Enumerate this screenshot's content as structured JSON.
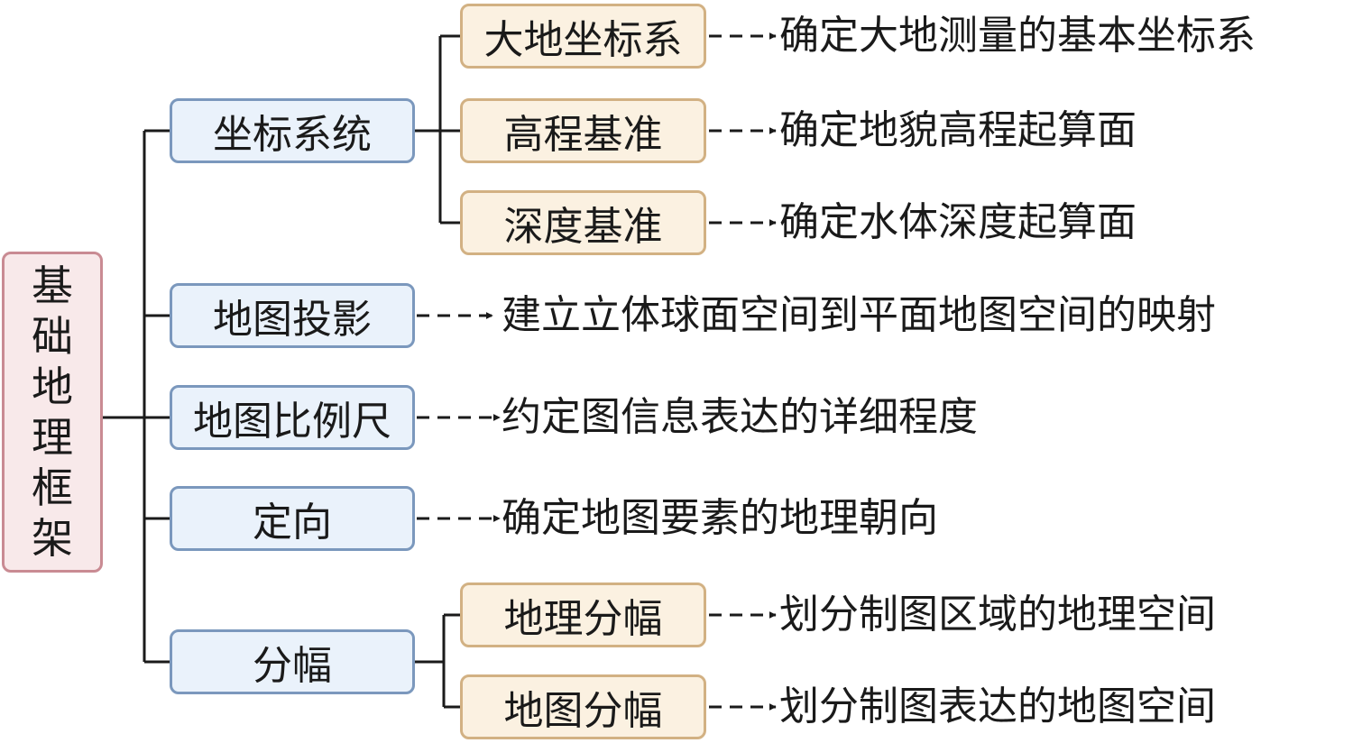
{
  "root": {
    "label": "基础地理框架"
  },
  "nodes": {
    "coord": {
      "label": "坐标系统"
    },
    "projection": {
      "label": "地图投影",
      "desc": "建立立体球面空间到平面地图空间的映射"
    },
    "scale": {
      "label": "地图比例尺",
      "desc": "约定图信息表达的详细程度"
    },
    "orientation": {
      "label": "定向",
      "desc": "确定地图要素的地理朝向"
    },
    "division": {
      "label": "分幅"
    }
  },
  "coord_children": [
    {
      "label": "大地坐标系",
      "desc": "确定大地测量的基本坐标系"
    },
    {
      "label": "高程基准",
      "desc": "确定地貌高程起算面"
    },
    {
      "label": "深度基准",
      "desc": "确定水体深度起算面"
    }
  ],
  "division_children": [
    {
      "label": "地理分幅",
      "desc": "划分制图区域的地理空间"
    },
    {
      "label": "地图分幅",
      "desc": "划分制图表达的地图空间"
    }
  ],
  "colors": {
    "root_fill": "#f8e9ea",
    "root_border": "#c98b93",
    "mid_fill": "#eaf2fb",
    "mid_border": "#7b98bd",
    "leaf_fill": "#fbf1e1",
    "leaf_border": "#d2b183",
    "line": "#1a1a1a"
  }
}
